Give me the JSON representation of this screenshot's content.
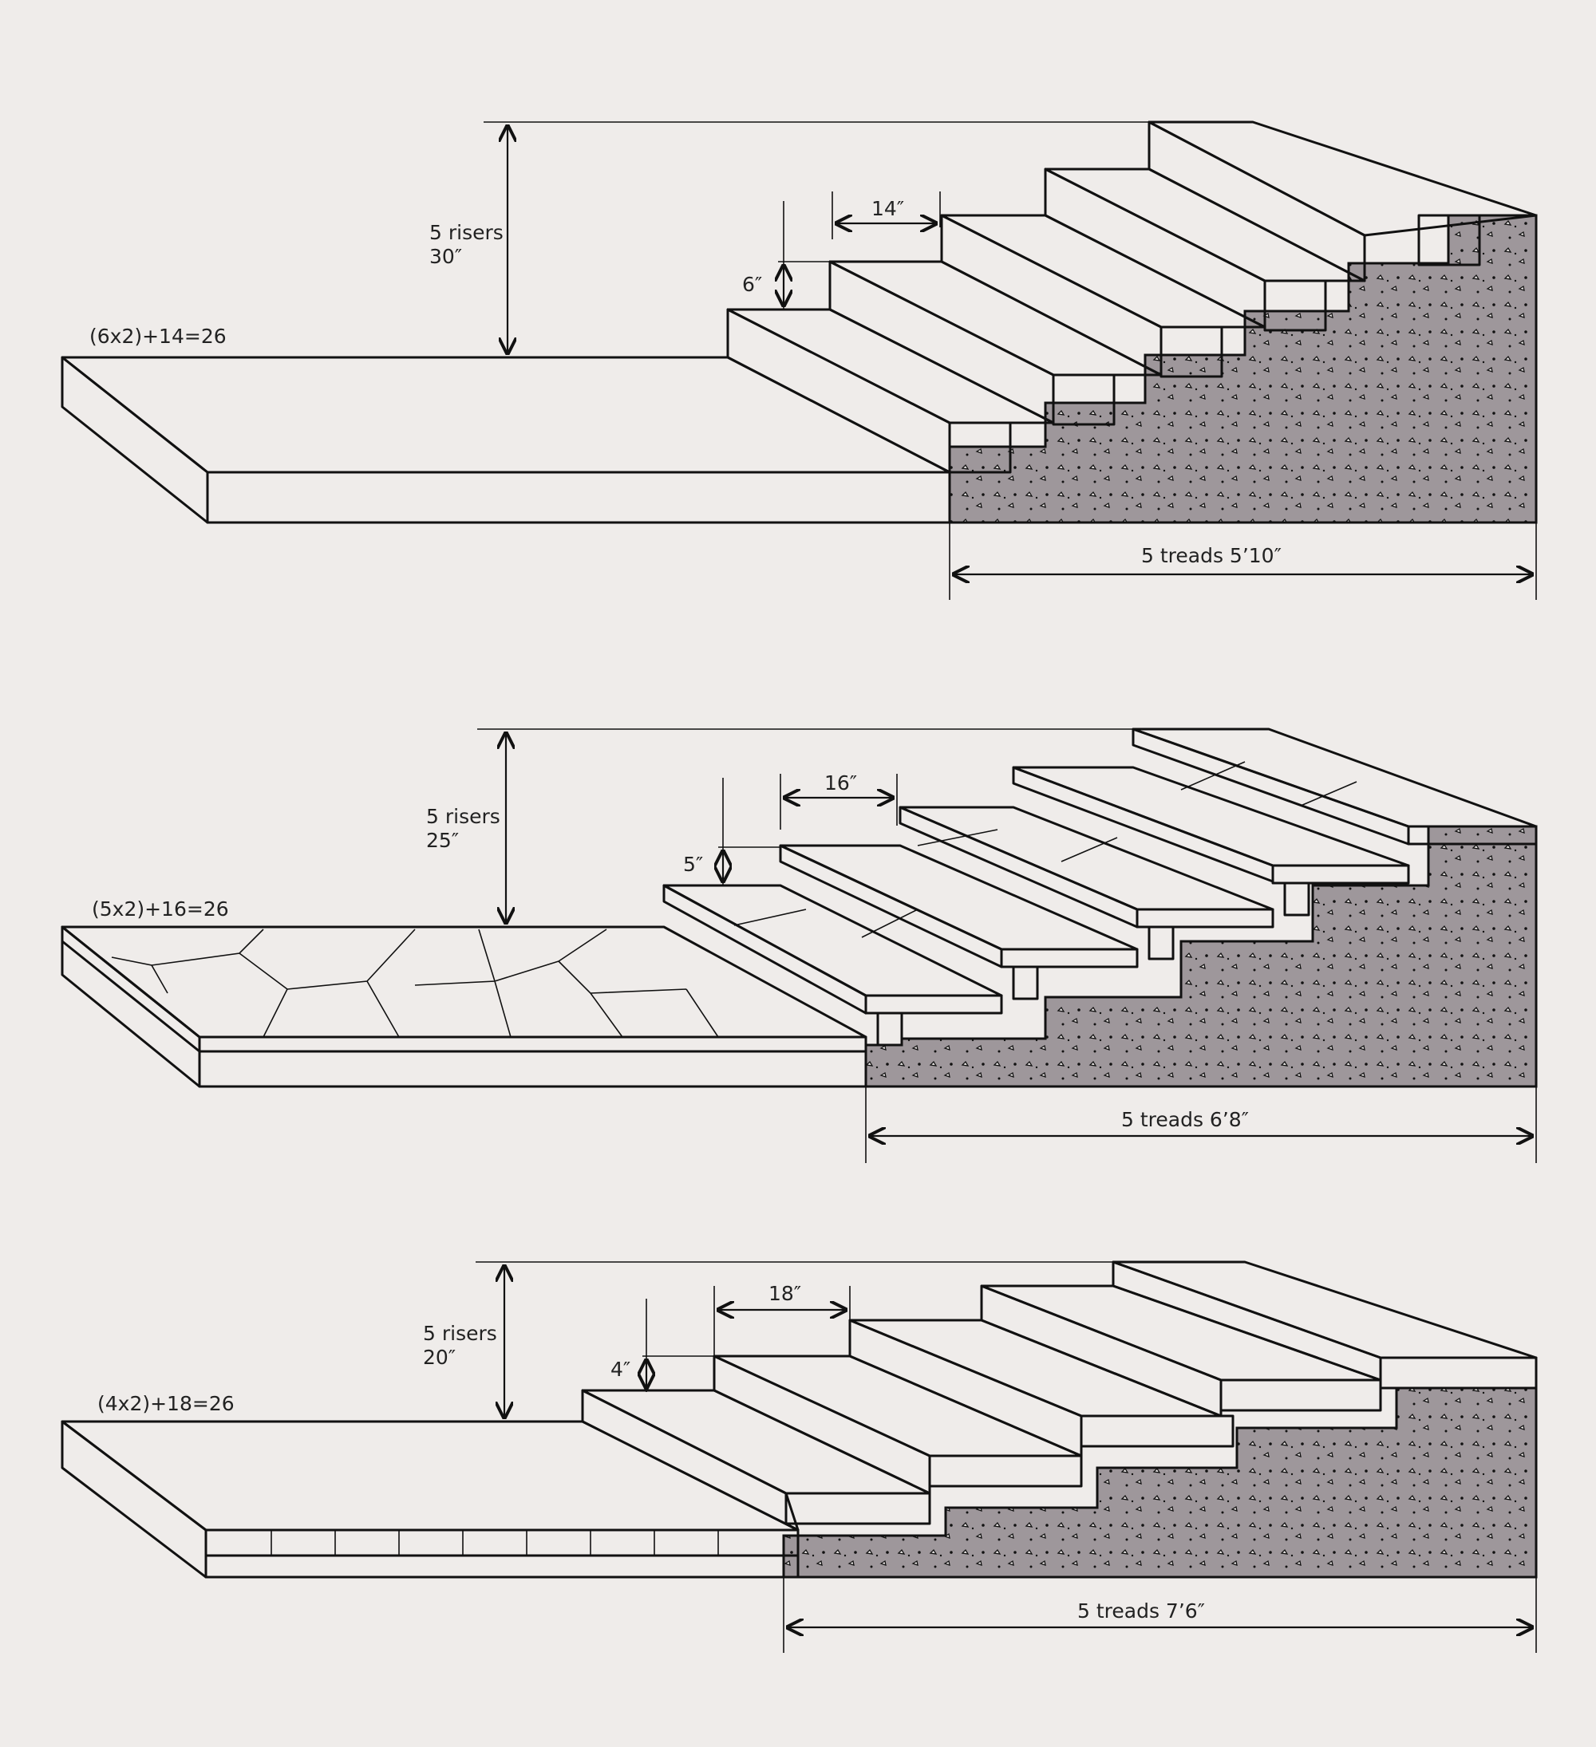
{
  "panel1": {
    "riser_count_label": "5 risers",
    "rise_total_label": "30″",
    "riser_height_label": "6″",
    "tread_depth_label": "14″",
    "formula_label": "(6x2)+14=26",
    "run_total_label": "5 treads 5’10″"
  },
  "panel2": {
    "riser_count_label": "5 risers",
    "rise_total_label": "25″",
    "riser_height_label": "5″",
    "tread_depth_label": "16″",
    "formula_label": "(5x2)+16=26",
    "run_total_label": "5 treads 6’8″"
  },
  "panel3": {
    "riser_count_label": "5 risers",
    "rise_total_label": "20″",
    "riser_height_label": "4″",
    "tread_depth_label": "18″",
    "formula_label": "(4x2)+18=26",
    "run_total_label": "5 treads 7’6″"
  },
  "colors": {
    "paper": "#efecea",
    "ink": "#111111",
    "soil": "#9e979b"
  }
}
